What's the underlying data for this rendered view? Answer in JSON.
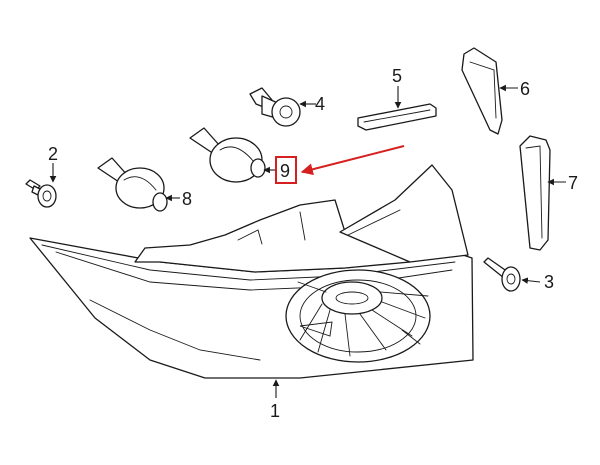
{
  "callouts": {
    "c1": "1",
    "c2": "2",
    "c3": "3",
    "c4": "4",
    "c5": "5",
    "c6": "6",
    "c7": "7",
    "c8": "8",
    "c9": "9"
  },
  "highlight": {
    "callout": "9",
    "color": "#d61f1f"
  },
  "line_color": "#1a1a1a"
}
